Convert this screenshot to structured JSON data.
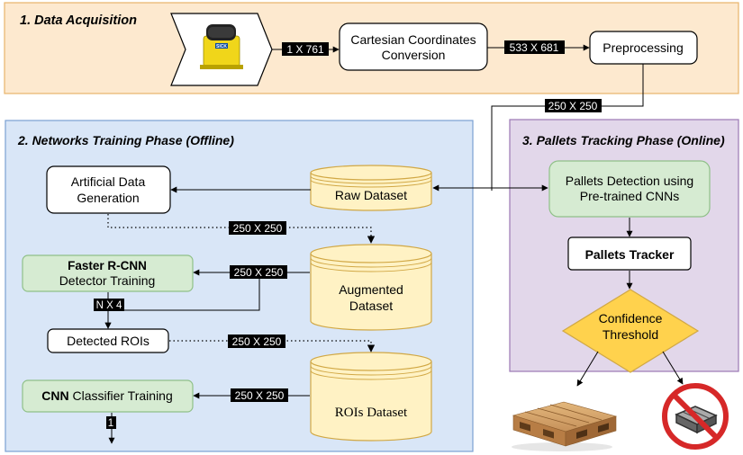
{
  "phases": {
    "acquisition": "1. Data Acquisition",
    "training": "2. Networks Training Phase (Offline)",
    "tracking": "3. Pallets Tracking Phase (Online)"
  },
  "sensor": {
    "label": "SICK",
    "icon": "laser-scanner"
  },
  "nodes": {
    "cartesian_l1": "Cartesian Coordinates",
    "cartesian_l2": "Conversion",
    "preprocessing": "Preprocessing",
    "artificial_l1": "Artificial Data",
    "artificial_l2": "Generation",
    "raw_dataset": "Raw Dataset",
    "augmented_l1": "Augmented",
    "augmented_l2": "Dataset",
    "rois_dataset": "ROIs Dataset",
    "faster_rcnn_bold": "Faster R-CNN",
    "faster_rcnn_l2": "Detector Training",
    "detected_rois": "Detected ROIs",
    "cnn_bold": "CNN",
    "cnn_rest": " Classifier Training",
    "detection_l1": "Pallets Detection using",
    "detection_l2": "Pre-trained CNNs",
    "tracker": "Pallets Tracker",
    "threshold_l1": "Confidence",
    "threshold_l2": "Threshold"
  },
  "edge_labels": {
    "sensor_to_cartesian": "1 X 761",
    "cartesian_to_pre": "533 X 681",
    "pre_out": "250 X 250",
    "raw_to_augmented": "250 X 250",
    "augmented_to_faster": "250 X 250",
    "faster_to_rois": "N X 4",
    "rois_to_dataset": "250 X 250",
    "dataset_to_cnn": "250 X 250",
    "cnn_out": "1"
  },
  "outcomes": {
    "positive_icon": "wooden-pallet",
    "negative_icon": "no-pallet-sign"
  },
  "colors": {
    "acquisition_bg": "#fde9cf",
    "acquisition_border": "#e8b36a",
    "training_bg": "#d9e6f7",
    "training_border": "#7aa0d3",
    "tracking_bg": "#e2d7ea",
    "tracking_border": "#9b77b3",
    "green_box": "#d6ebd2",
    "green_border": "#8fc088",
    "cylinder": "#fff2c4",
    "cylinder_border": "#d1a845",
    "diamond": "#ffd24d",
    "diamond_border": "#d1a845"
  }
}
